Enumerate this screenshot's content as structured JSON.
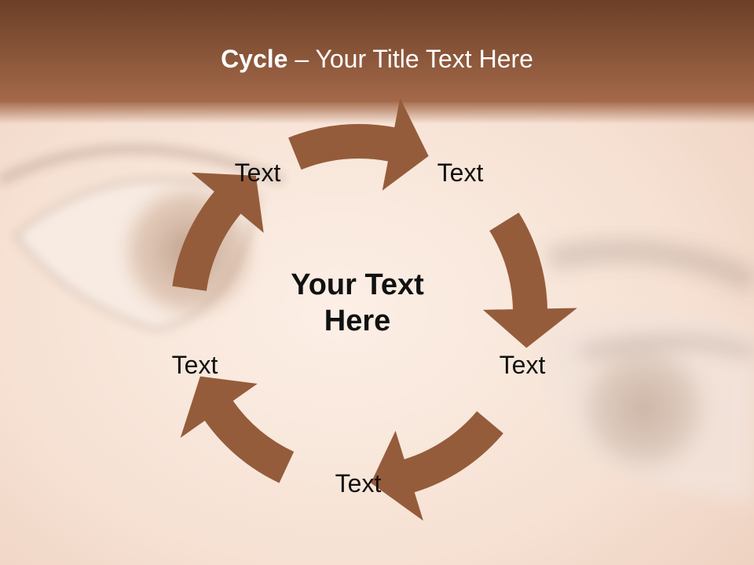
{
  "title": {
    "bold": "Cycle",
    "rest": " – Your Title Text Here"
  },
  "center_text": "Your Text Here",
  "nodes": [
    {
      "label": "Text"
    },
    {
      "label": "Text"
    },
    {
      "label": "Text"
    },
    {
      "label": "Text"
    },
    {
      "label": "Text"
    }
  ],
  "colors": {
    "arrow": "#955c3b",
    "header_top": "#6b3f26",
    "header_bottom": "#a4694a",
    "text": "#111111",
    "title_text": "#ffffff",
    "skin": "#f4ddd0"
  }
}
